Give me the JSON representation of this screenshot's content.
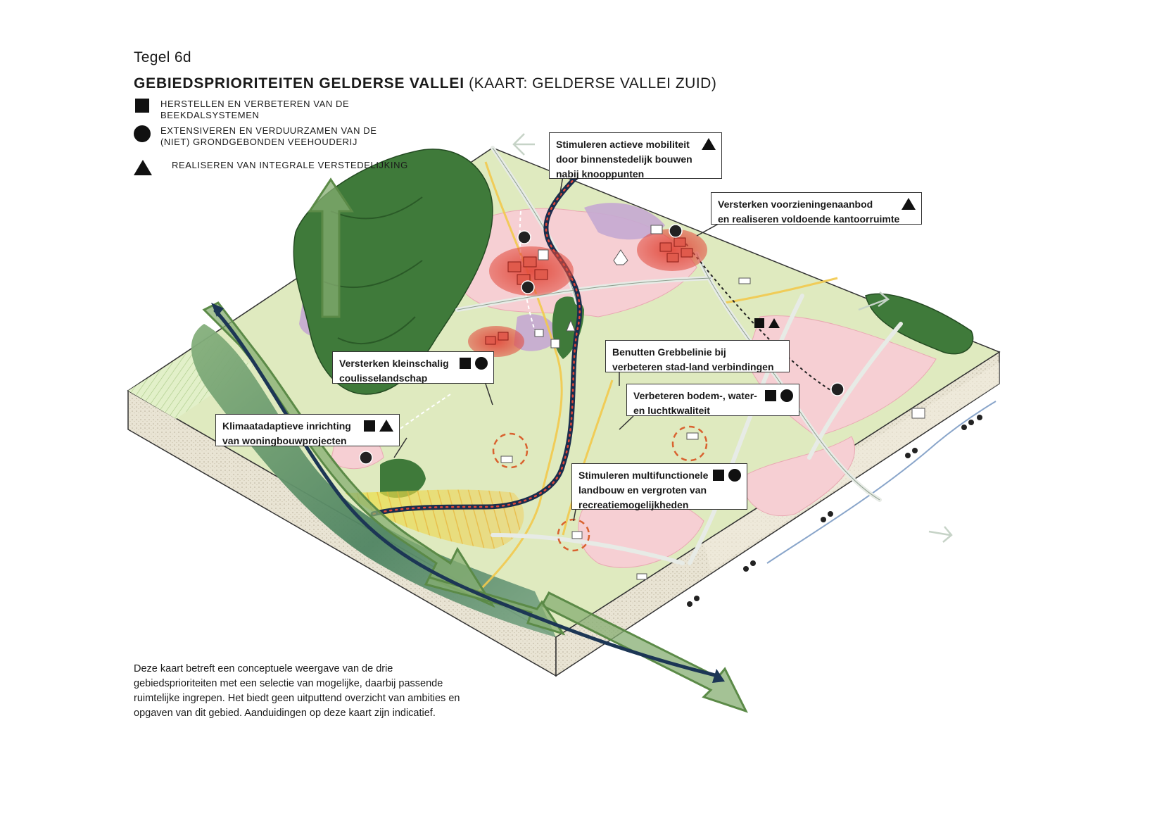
{
  "header": {
    "tile_label": "Tegel 6d",
    "title_bold": "GEBIEDSPRIORITEITEN GELDERSE VALLEI",
    "title_rest": " (KAART: GELDERSE VALLEI ZUID)"
  },
  "legend": {
    "items": [
      {
        "symbol": "square-icon",
        "text": "HERSTELLEN EN VERBETEREN VAN DE BEEKDALSYSTEMEN"
      },
      {
        "symbol": "circle-icon",
        "text": "EXTENSIVEREN EN VERDUURZAMEN VAN DE (NIET) GRONDGEBONDEN VEEHOUDERIJ"
      },
      {
        "symbol": "triangle-icon",
        "text": "REALISEREN VAN INTEGRALE VERSTEDELIJKING"
      }
    ]
  },
  "callouts": {
    "mobiliteit": {
      "lines": [
        "Stimuleren actieve mobiliteit",
        "door binnenstedelijk bouwen",
        "nabij knooppunten"
      ],
      "symbols": [
        "triangle-icon"
      ]
    },
    "voorzieningen": {
      "lines": [
        "Versterken voorzieningenaanbod",
        "en realiseren voldoende kantoorruimte"
      ],
      "symbols": [
        "triangle-icon"
      ]
    },
    "coulisse": {
      "lines": [
        "Versterken kleinschalig",
        "coulisselandschap"
      ],
      "symbols": [
        "square-icon",
        "circle-icon"
      ]
    },
    "grebbelinie": {
      "lines": [
        "Benutten Grebbelinie bij",
        "verbeteren stad-land verbindingen"
      ],
      "symbols": []
    },
    "bodem": {
      "lines": [
        "Verbeteren bodem-, water-",
        "en luchtkwaliteit"
      ],
      "symbols": [
        "square-icon",
        "circle-icon"
      ]
    },
    "klimaat": {
      "lines": [
        "Klimaatadaptieve inrichting",
        "van woningbouwprojecten"
      ],
      "symbols": [
        "square-icon",
        "triangle-icon"
      ]
    },
    "landbouw": {
      "lines": [
        "Stimuleren multifunctionele",
        "landbouw en vergroten van",
        "recreatiemogelijkheden"
      ],
      "symbols": [
        "square-icon",
        "circle-icon"
      ]
    }
  },
  "map_symbols": [
    "square-icon",
    "triangle-icon"
  ],
  "footnote": {
    "lines": [
      "Deze kaart betreft een conceptuele weergave van de drie",
      "gebiedsprioriteiten met een selectie van mogelijke, daarbij passende",
      "ruimtelijke ingrepen. Het biedt geen uitputtend overzicht van ambities en",
      "opgaven van dit gebied. Aanduidingen op deze kaart zijn indicatief."
    ]
  },
  "colors": {
    "urban": "#f6cfd3",
    "grass": "#d9e8b8",
    "forest": "#3f7a3a",
    "water_zone": "#6a9a78",
    "river": "#1d3a57",
    "arrow_green": "#7aa36a",
    "hotspot": "#e0483c",
    "purple": "#b89ac6",
    "yellow_route": "#f2c94c",
    "soil_side": "#e9e4d4"
  }
}
